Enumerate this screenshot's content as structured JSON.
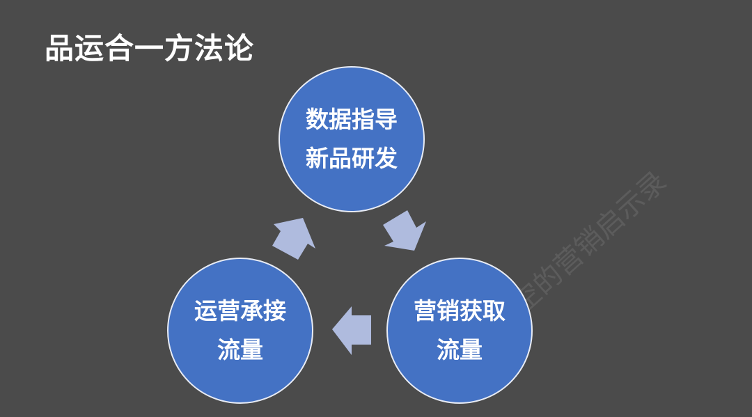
{
  "title": "品运合一方法论",
  "nodes": [
    {
      "line1": "数据指导",
      "line2": "新品研发"
    },
    {
      "line1": "营销获取",
      "line2": "流量"
    },
    {
      "line1": "运营承接",
      "line2": "流量"
    }
  ],
  "watermark": "空的营销启示录",
  "colors": {
    "background": "#4b4b4b",
    "circle": "#4472c4",
    "arrow": "#afbbde"
  }
}
